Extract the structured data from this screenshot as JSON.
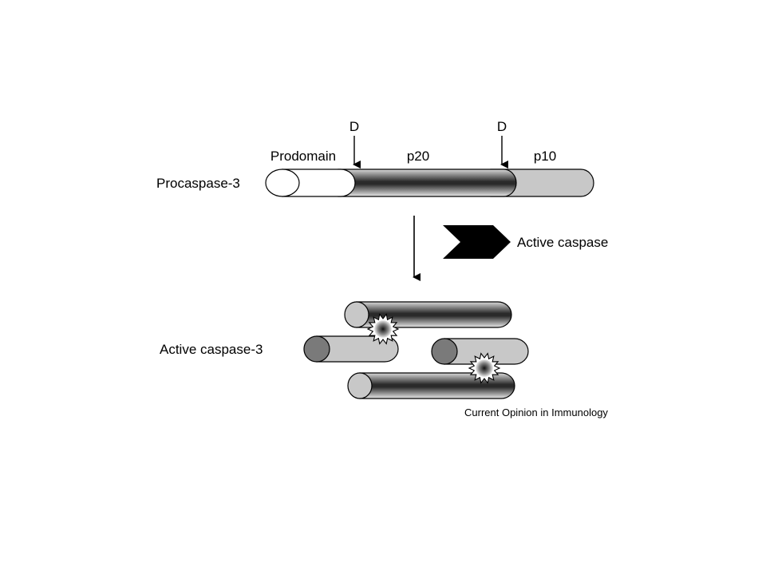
{
  "diagram": {
    "labels": {
      "cleavage_site_left": "D",
      "cleavage_site_right": "D",
      "prodomain": "Prodomain",
      "p20": "p20",
      "p10": "p10",
      "procaspase": "Procaspase-3",
      "active_caspase_legend": "Active caspase",
      "active_caspase_3": "Active caspase-3",
      "source": "Current Opinion in Immunology"
    },
    "colors": {
      "p20_dark": "#2a2a2a",
      "p20_light": "#e8e8e8",
      "p10": "#c8c8c8",
      "prodomain": "#ffffff",
      "outline": "#000000"
    }
  }
}
